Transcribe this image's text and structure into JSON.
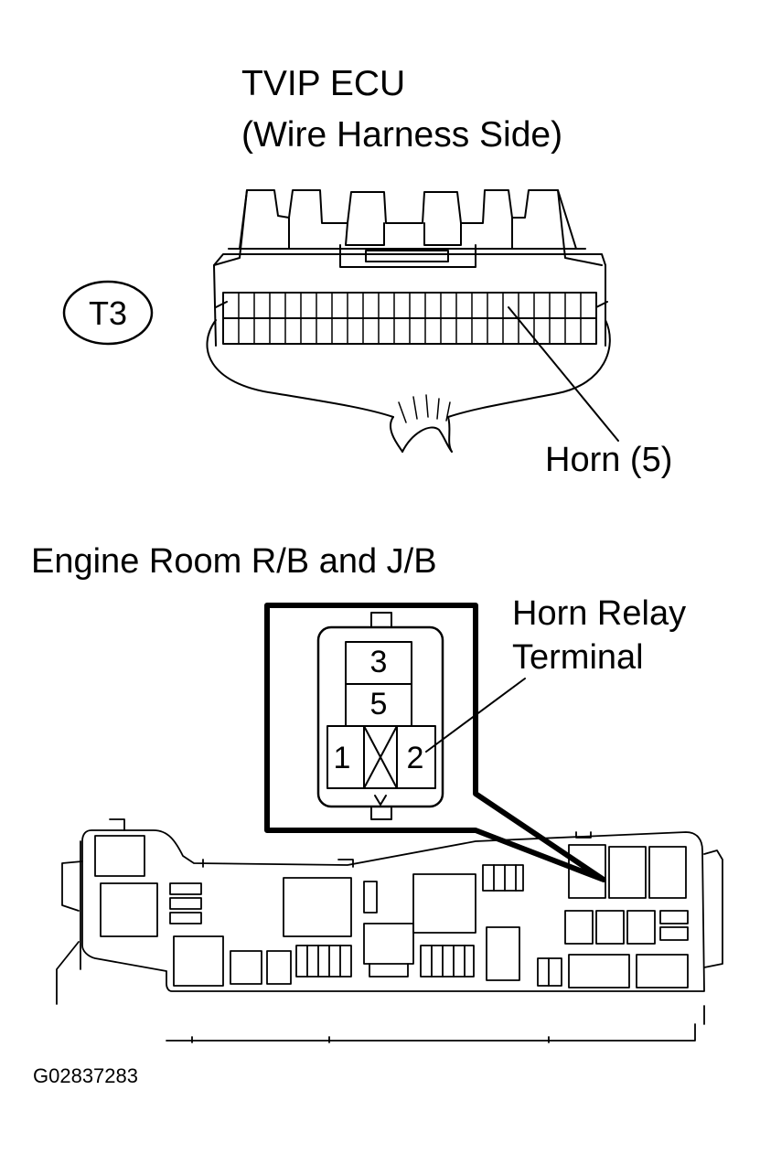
{
  "ecu": {
    "title": "TVIP ECU",
    "subtitle": "(Wire Harness Side)",
    "connector_id": "T3",
    "horn_label": "Horn (5)"
  },
  "junction_block": {
    "title": "Engine Room R/B and J/B",
    "relay_label_line1": "Horn Relay",
    "relay_label_line2": "Terminal",
    "terminals": [
      "3",
      "5",
      "1",
      "2"
    ]
  },
  "figure_code": "G02837283",
  "colors": {
    "ink": "#000000",
    "paper": "#ffffff"
  }
}
